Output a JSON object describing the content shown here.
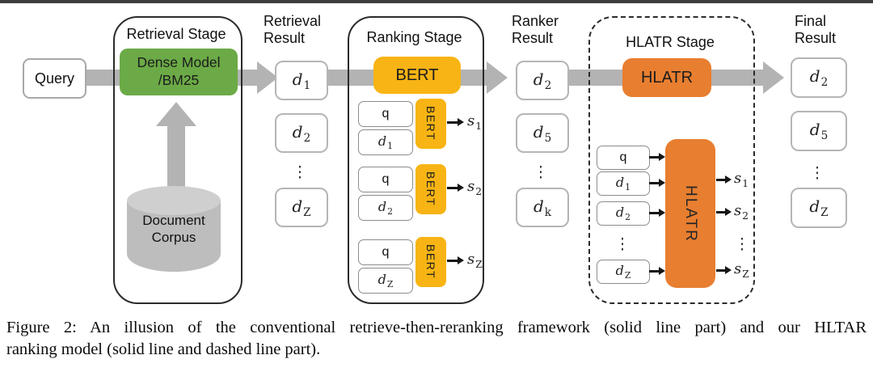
{
  "colors": {
    "green": "#6BAA46",
    "yellow": "#F8B414",
    "orange": "#E87E30",
    "arrow": "#B3B3B3",
    "boxborder": "#B5B5B5",
    "smallborder": "#8C8C8C",
    "container": "#2B2B2B",
    "cylinder": "#BDBDBD",
    "cylindertop": "#CFCFCF",
    "topbar": "#3E3E3E"
  },
  "query": {
    "label": "Query"
  },
  "stages": {
    "retrieval": {
      "title": "Retrieval Stage",
      "model_line1": "Dense Model",
      "model_line2": "/BM25",
      "corpus_line1": "Document",
      "corpus_line2": "Corpus"
    },
    "ranking": {
      "title": "Ranking Stage",
      "model": "BERT",
      "pairs": [
        {
          "q": "q",
          "d": {
            "base": "d",
            "sub": "1"
          },
          "model": "BERT",
          "s": {
            "base": "s",
            "sub": "1"
          }
        },
        {
          "q": "q",
          "d": {
            "base": "d",
            "sub": "2"
          },
          "model": "BERT",
          "s": {
            "base": "s",
            "sub": "2"
          }
        },
        {
          "q": "q",
          "d": {
            "base": "d",
            "sub": "Z"
          },
          "model": "BERT",
          "s": {
            "base": "s",
            "sub": "Z"
          }
        }
      ]
    },
    "hlatr": {
      "title": "HLATR Stage",
      "model": "HLATR",
      "vertical_model": "HLATR",
      "inputs": [
        {
          "label": "q"
        },
        {
          "base": "d",
          "sub": "1"
        },
        {
          "base": "d",
          "sub": "2"
        },
        {
          "base": "d",
          "sub": "Z"
        }
      ],
      "outputs": [
        {
          "base": "s",
          "sub": "1"
        },
        {
          "base": "s",
          "sub": "2"
        },
        {
          "base": "s",
          "sub": "Z"
        }
      ],
      "ellipsis": "⋮"
    }
  },
  "columns": {
    "retrieval_result": {
      "title_line1": "Retrieval",
      "title_line2": "Result",
      "items": [
        {
          "base": "d",
          "sub": "1"
        },
        {
          "base": "d",
          "sub": "2"
        },
        {
          "base": "d",
          "sub": "Z"
        }
      ],
      "ellipsis": "⋮"
    },
    "ranker_result": {
      "title_line1": "Ranker",
      "title_line2": "Result",
      "items": [
        {
          "base": "d",
          "sub": "2"
        },
        {
          "base": "d",
          "sub": "5"
        },
        {
          "base": "d",
          "sub": "k"
        }
      ],
      "ellipsis": "⋮"
    },
    "final_result": {
      "title_line1": "Final",
      "title_line2": "Result",
      "items": [
        {
          "base": "d",
          "sub": "2"
        },
        {
          "base": "d",
          "sub": "5"
        },
        {
          "base": "d",
          "sub": "Z"
        }
      ],
      "ellipsis": "⋮"
    }
  },
  "caption": {
    "line1": "Figure 2:  An illusion of the conventional retrieve-then-reranking framework (solid line part) and our HLTAR",
    "line2": "ranking model (solid line and dashed line part)."
  }
}
